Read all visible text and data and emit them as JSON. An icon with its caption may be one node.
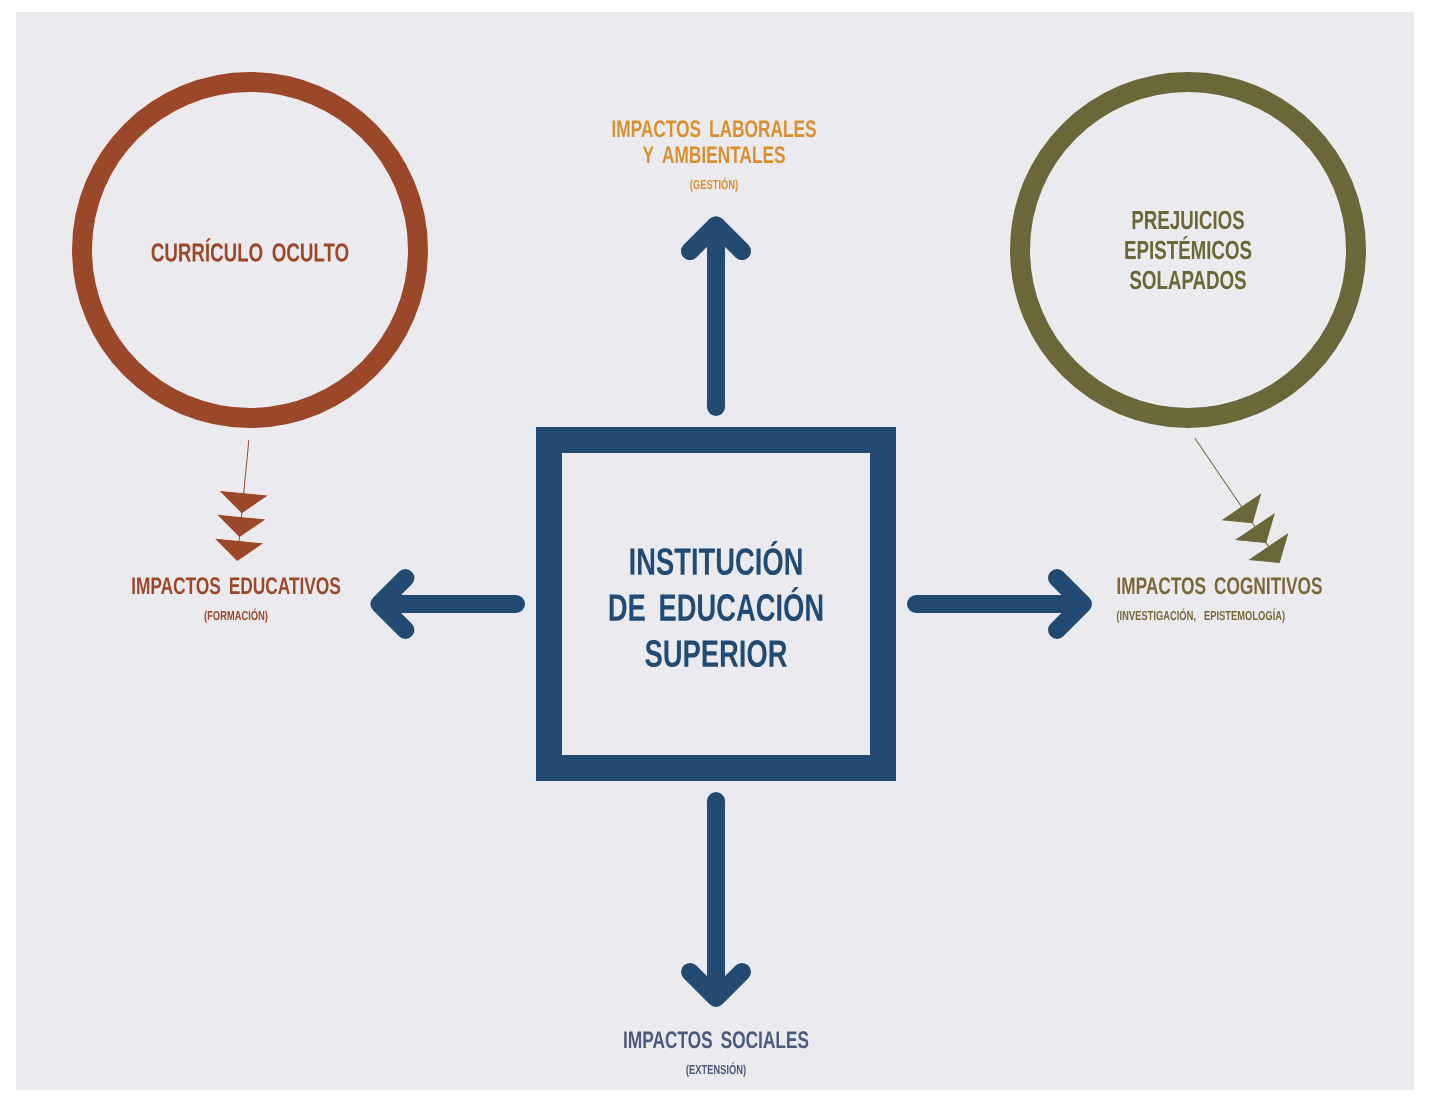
{
  "diagram": {
    "nodes": [
      {
        "text": [
          "INSTITUCIÓN DE EDUCACIÓN SUPERIOR"
        ]
      },
      {
        "text": [
          "CURRÍCULO OCULTO"
        ]
      },
      {
        "text": [
          "PREJUICIOS EPISTÉMICOS SOLAPADOS"
        ]
      },
      {
        "text": [
          "IMPACTOS LABORALES Y AMBIENTALES",
          "(GESTIÓN)"
        ]
      },
      {
        "text": [
          "IMPACTOS EDUCATIVOS",
          "(FORMACIÓN)"
        ]
      },
      {
        "text": [
          "IMPACTOS COGNITIVOS",
          "(INVESTIGACIÓN, EPISTEMOLOGÍA)"
        ]
      },
      {
        "text": [
          "IMPACTOS SOCIALES",
          "(EXTENSIÓN)"
        ]
      }
    ],
    "edges": [
      {
        "from": 0,
        "to": 3,
        "arrow": "to"
      },
      {
        "from": 0,
        "to": 4,
        "arrow": "to"
      },
      {
        "from": 0,
        "to": 5,
        "arrow": "to"
      },
      {
        "from": 0,
        "to": 6,
        "arrow": "to"
      },
      {
        "from": 1,
        "to": 4,
        "arrow": "to",
        "color": "#9a472a"
      },
      {
        "from": 2,
        "to": 5,
        "arrow": "to",
        "color": "#6b6739"
      }
    ]
  }
}
